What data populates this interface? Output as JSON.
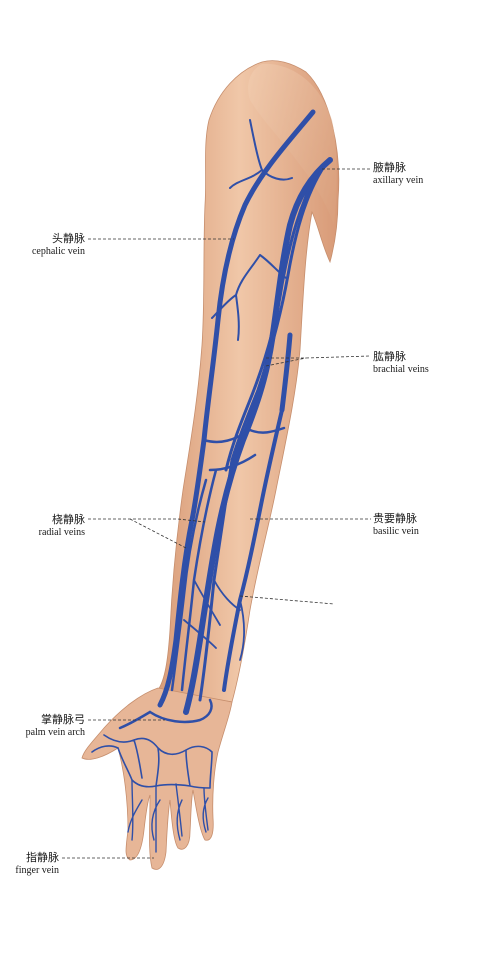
{
  "labels": {
    "axillary": {
      "zh": "腋静脉",
      "en": "axillary vein"
    },
    "brachial": {
      "zh": "肱静脉",
      "en": "brachial veins"
    },
    "basilic": {
      "zh": "贵要静脉",
      "en": "basilic vein"
    },
    "cephalic": {
      "zh": "头静脉",
      "en": "cephalic vein"
    },
    "radial": {
      "zh": "桡静脉",
      "en": "radial veins"
    },
    "palm_arch": {
      "zh": "掌静脉弓",
      "en": "palm vein arch"
    },
    "finger": {
      "zh": "指静脉",
      "en": "finger vein"
    }
  },
  "colors": {
    "skin": "#e9b999",
    "skin_shadow": "#c98c6a",
    "vein": "#2f4fa8",
    "vein_dark": "#1f3478",
    "leader": "#333333"
  }
}
